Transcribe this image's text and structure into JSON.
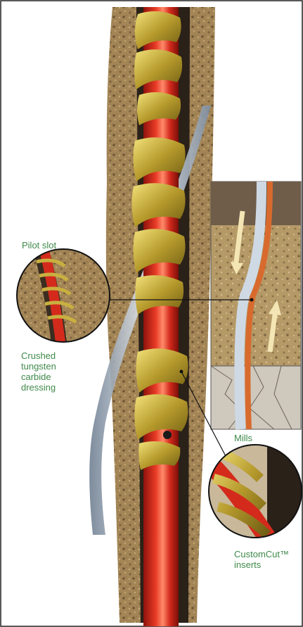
{
  "labels": {
    "pilot_slot": "Pilot slot",
    "crushed_dressing": "Crushed\ntungsten\ncarbide\ndressing",
    "mills": "Mills",
    "customcut_inserts": "CustomCut™\ninserts"
  },
  "colors": {
    "label_text": "#3f8a4a",
    "pipe_red": "#d42a1c",
    "mill_gold": "#c9b040",
    "formation_tan": "#a88a5c",
    "casing_steel": "#b9c6d4",
    "border": "#222222"
  }
}
